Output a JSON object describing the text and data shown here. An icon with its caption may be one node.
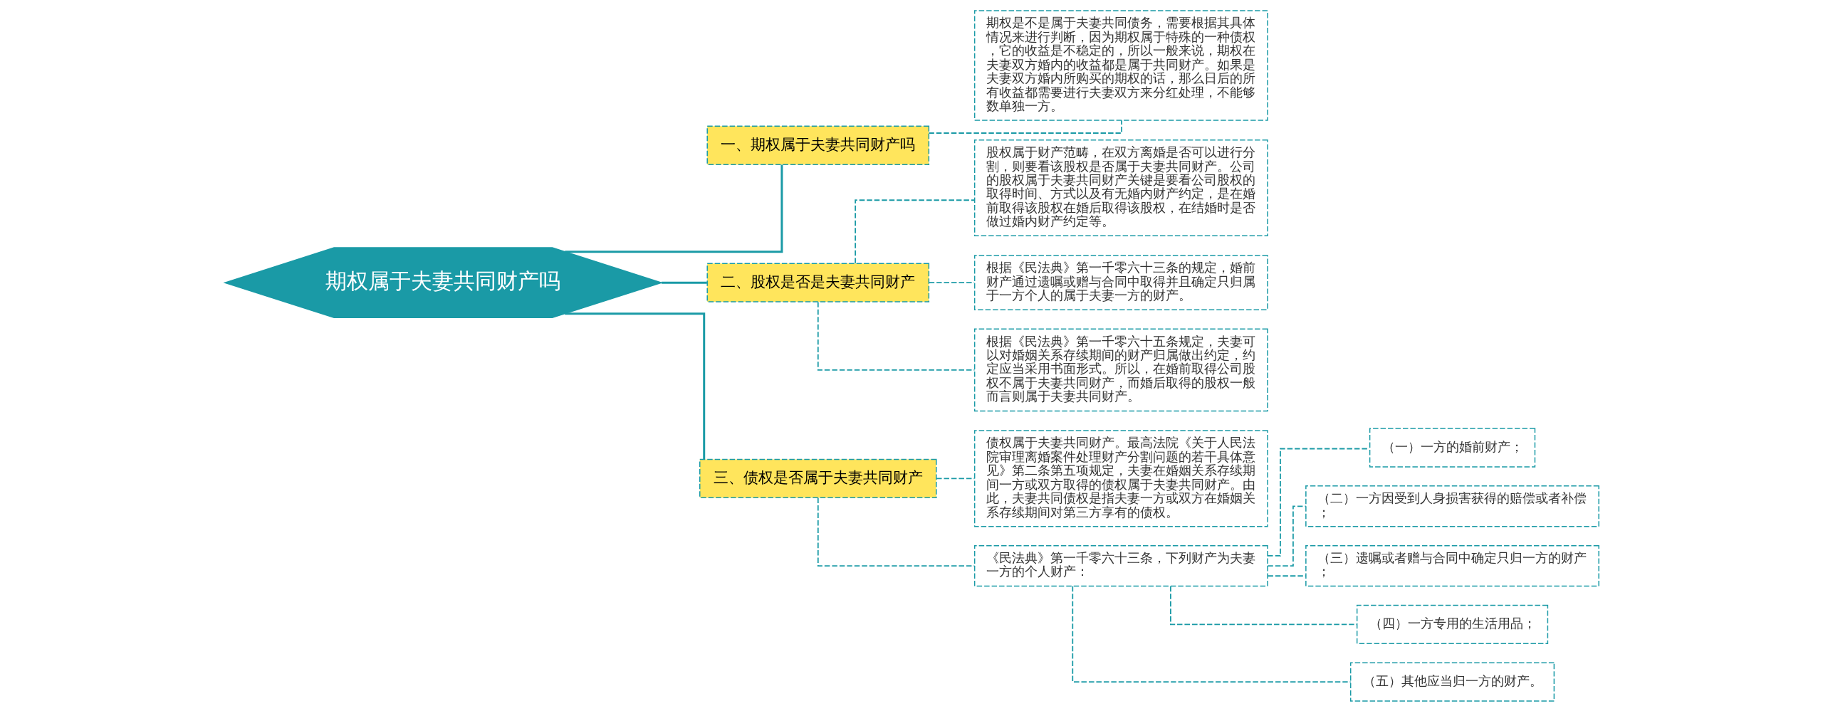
{
  "diagram": {
    "nodes": [
      {
        "text": [
          "期权属于夫妻共同财产吗"
        ]
      },
      {
        "text": [
          "一、期权属于夫妻共同财产吗"
        ]
      },
      {
        "text": [
          "期权是不是属于夫妻共同债务，需要根据其具体情况来进行判断，因为期权属于特殊的一种债权，它的收益是不稳定的，所以一般来说，期权在夫妻双方婚内的收益都是属于共同财产。如果是夫妻双方婚内所购买的期权的话，那么日后的所有收益都需要进行夫妻双方来分红处理，不能够数单独一方。"
        ]
      },
      {
        "text": [
          "二、股权是否是夫妻共同财产"
        ]
      },
      {
        "text": [
          "股权属于财产范畴，在双方离婚是否可以进行分割，则要看该股权是否属于夫妻共同财产。公司的股权属于夫妻共同财产关键是要看公司股权的取得时间、方式以及有无婚内财产约定，是在婚前取得该股权在婚后取得该股权，在结婚时是否做过婚内财产约定等。"
        ]
      },
      {
        "text": [
          "根据《民法典》第一千零六十三条的规定，婚前财产通过遗嘱或赠与合同中取得并且确定只归属于一方个人的属于夫妻一方的财产。"
        ]
      },
      {
        "text": [
          "根据《民法典》第一千零六十五条规定，夫妻可以对婚姻关系存续期间的财产归属做出约定，约定应当采用书面形式。所以，在婚前取得公司股权不属于夫妻共同财产，而婚后取得的股权一般而言则属于夫妻共同财产。"
        ]
      },
      {
        "text": [
          "三、债权是否属于夫妻共同财产"
        ]
      },
      {
        "text": [
          "债权属于夫妻共同财产。最高法院《关于人民法院审理离婚案件处理财产分割问题的若干具体意见》第二条第五项规定，夫妻在婚姻关系存续期间一方或双方取得的债权属于夫妻共同财产。由此，夫妻共同债权是指夫妻一方或双方在婚姻关系存续期间对第三方享有的债权。"
        ]
      },
      {
        "text": [
          "《民法典》第一千零六十三条，下列财产为夫妻一方的个人财产："
        ]
      },
      {
        "text": [
          "（一）一方的婚前财产；"
        ]
      },
      {
        "text": [
          "（二）一方因受到人身损害获得的赔偿或者补偿；"
        ]
      },
      {
        "text": [
          "（三）遗嘱或者赠与合同中确定只归一方的财产；"
        ]
      },
      {
        "text": [
          "（四）一方专用的生活用品；"
        ]
      },
      {
        "text": [
          "（五）其他应当归一方的财产。"
        ]
      }
    ],
    "edges": [
      {
        "from": 0,
        "to": 1,
        "arrow": "none"
      },
      {
        "from": 1,
        "to": 2,
        "arrow": "none",
        "style": "dashed"
      },
      {
        "from": 0,
        "to": 3,
        "arrow": "none"
      },
      {
        "from": 3,
        "to": 4,
        "arrow": "none",
        "style": "dashed"
      },
      {
        "from": 3,
        "to": 5,
        "arrow": "none",
        "style": "dashed"
      },
      {
        "from": 3,
        "to": 6,
        "arrow": "none",
        "style": "dashed"
      },
      {
        "from": 0,
        "to": 7,
        "arrow": "none"
      },
      {
        "from": 7,
        "to": 8,
        "arrow": "none",
        "style": "dashed"
      },
      {
        "from": 7,
        "to": 9,
        "arrow": "none",
        "style": "dashed"
      },
      {
        "from": 9,
        "to": 10,
        "arrow": "none",
        "style": "dashed"
      },
      {
        "from": 9,
        "to": 11,
        "arrow": "none",
        "style": "dashed"
      },
      {
        "from": 9,
        "to": 12,
        "arrow": "none",
        "style": "dashed"
      },
      {
        "from": 9,
        "to": 13,
        "arrow": "none",
        "style": "dashed"
      },
      {
        "from": 9,
        "to": 14,
        "arrow": "none",
        "style": "dashed"
      }
    ]
  }
}
